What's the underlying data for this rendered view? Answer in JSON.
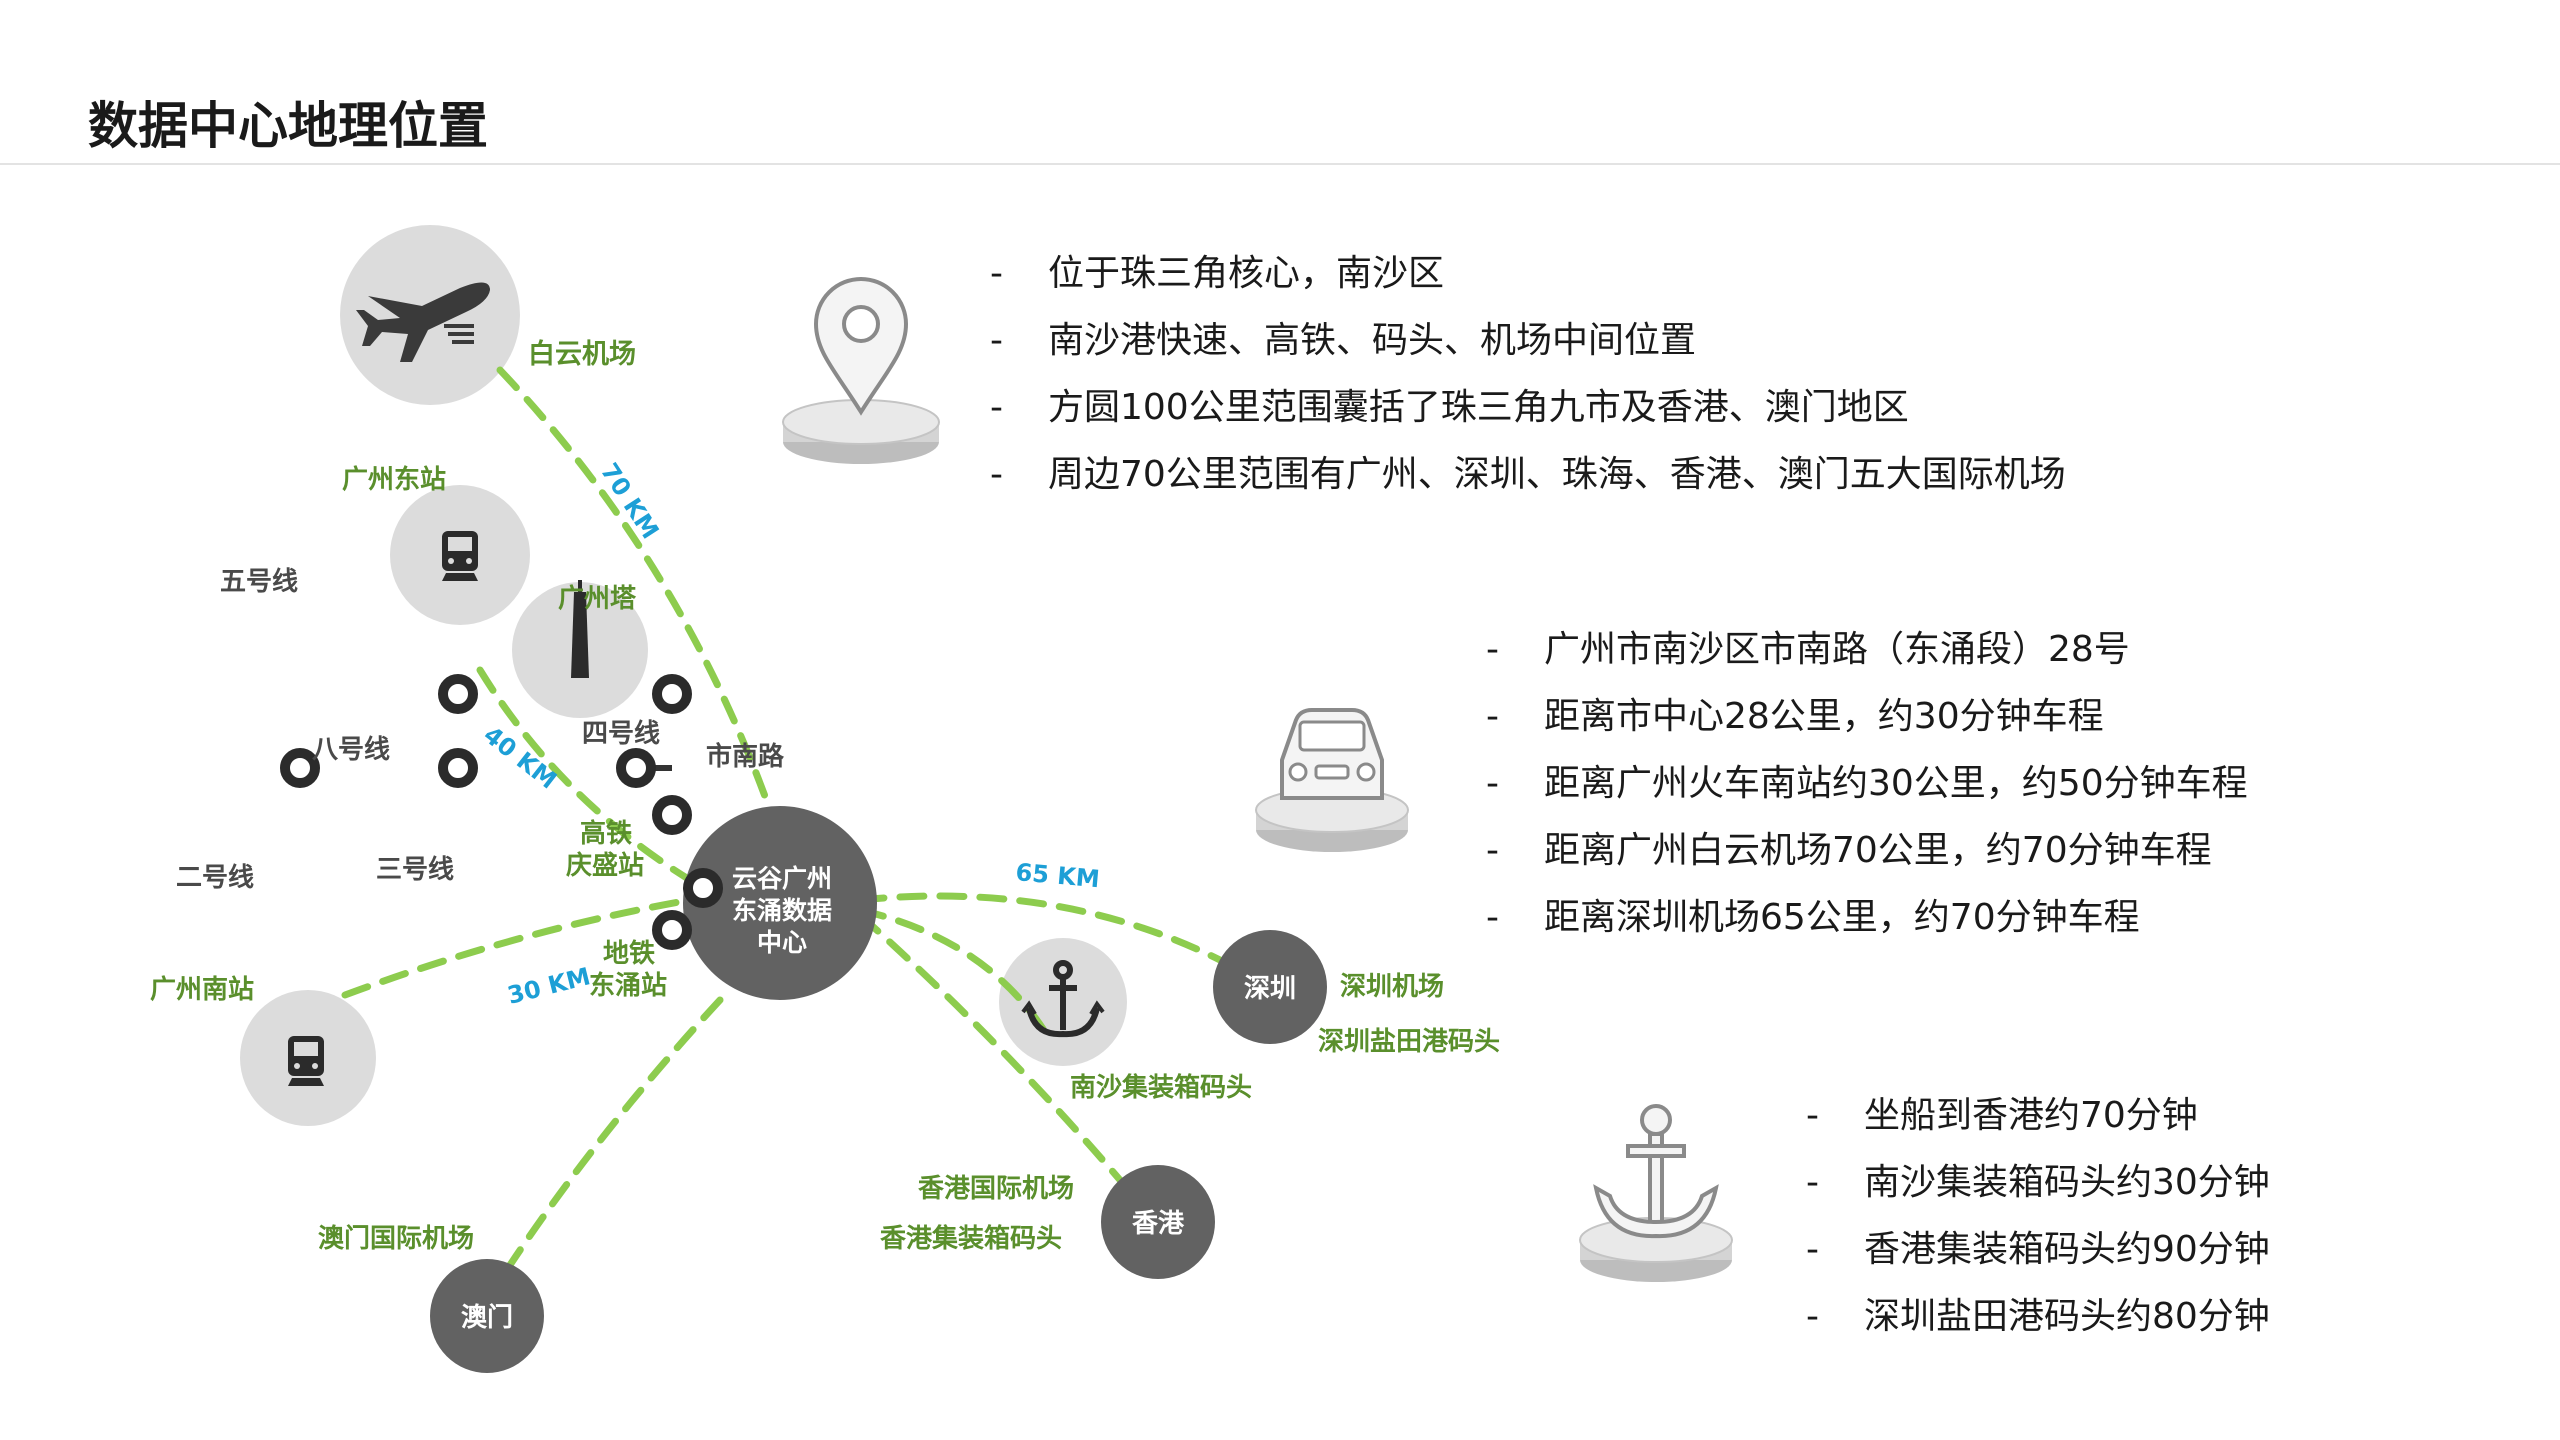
{
  "page": {
    "title": "数据中心地理位置"
  },
  "map": {
    "center": {
      "line1": "云谷广州",
      "line2": "东涌数据",
      "line3": "中心"
    },
    "nodes": {
      "baiyun_airport": "白云机场",
      "guangzhou_east": "广州东站",
      "canton_tower": "广州塔",
      "guangzhou_south": "广州南站",
      "shenzhen": "深圳",
      "hongkong": "香港",
      "macau": "澳门",
      "nansha_port": "南沙集装箱码头",
      "shenzhen_airport": "深圳机场",
      "shenzhen_yantian": "深圳盐田港码头",
      "hk_airport": "香港国际机场",
      "hk_port": "香港集装箱码头",
      "macau_airport": "澳门国际机场",
      "shinan_road": "市南路",
      "hsr_station_1": "高铁",
      "hsr_station_2": "庆盛站",
      "metro_station_1": "地铁",
      "metro_station_2": "东涌站"
    },
    "lines": {
      "line5": "五号线",
      "line8": "八号线",
      "line4": "四号线",
      "line2": "二号线",
      "line3": "三号线"
    },
    "distances": {
      "d70": "70 KM",
      "d40": "40 KM",
      "d65": "65 KM",
      "d30": "30 KM"
    },
    "colors": {
      "green_label": "#5a8f2c",
      "dash_green": "#8dcc4e",
      "line_green": "#9fd36a",
      "dark_circle": "#626262",
      "light_circle": "#dcdcdc",
      "blue_label": "#1d9fd6"
    }
  },
  "sections": {
    "location": {
      "icon": "map-pin-icon",
      "items": [
        "位于珠三角核心，南沙区",
        "南沙港快速、高铁、码头、机场中间位置",
        "方圆100公里范围囊括了珠三角九市及香港、澳门地区",
        "周边70公里范围有广州、深圳、珠海、香港、澳门五大国际机场"
      ]
    },
    "transport": {
      "icon": "car-icon",
      "items": [
        "广州市南沙区市南路（东涌段）28号",
        "距离市中心28公里，约30分钟车程",
        "距离广州火车南站约30公里，约50分钟车程",
        "距离广州白云机场70公里，约70分钟车程",
        "距离深圳机场65公里，约70分钟车程"
      ]
    },
    "port": {
      "icon": "anchor-icon",
      "items": [
        "坐船到香港约70分钟",
        "南沙集装箱码头约30分钟",
        "香港集装箱码头约90分钟",
        "深圳盐田港码头约80分钟"
      ]
    }
  }
}
